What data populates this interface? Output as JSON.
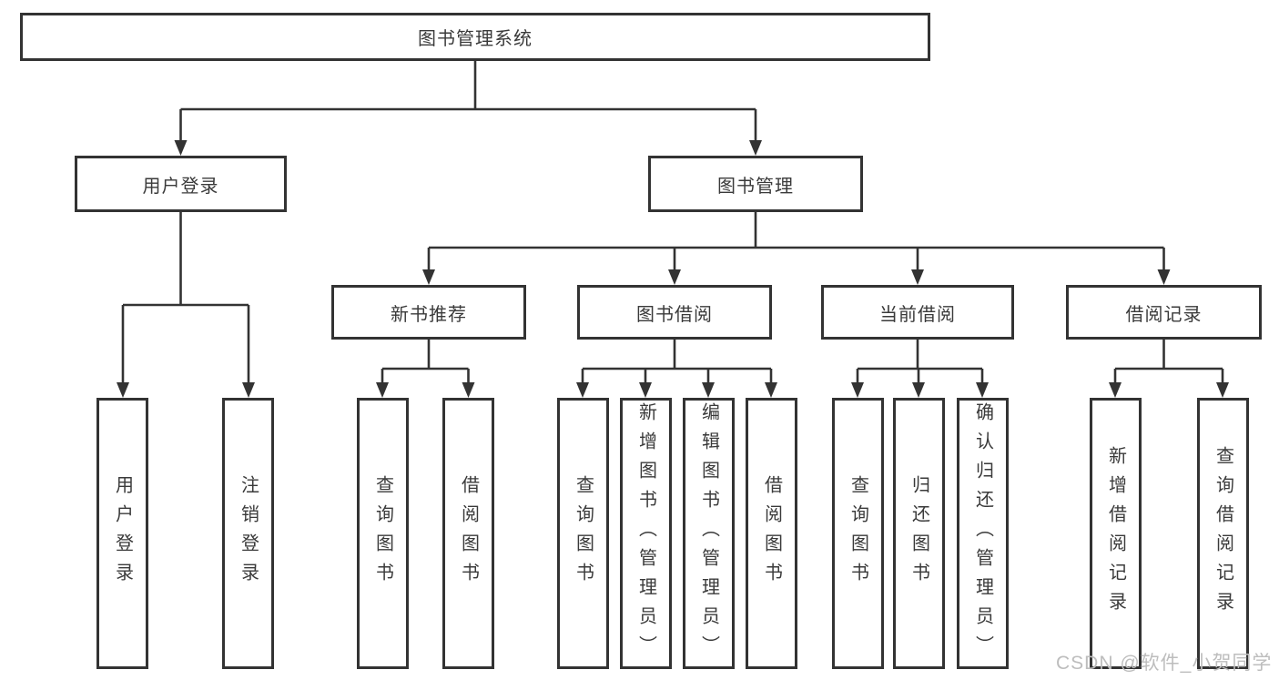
{
  "diagram_title": "图书管理系统",
  "colors": {
    "line": "#333333",
    "box_border": "#333333",
    "box_fill": "#ffffff",
    "text": "#3a3a3a",
    "watermark": "#bdbdbd"
  },
  "tree": {
    "root": {
      "label": "图书管理系统"
    },
    "level2": [
      {
        "label": "用户登录"
      },
      {
        "label": "图书管理"
      }
    ],
    "level3": [
      {
        "label": "新书推荐",
        "parent": "图书管理"
      },
      {
        "label": "图书借阅",
        "parent": "图书管理"
      },
      {
        "label": "当前借阅",
        "parent": "图书管理"
      },
      {
        "label": "借阅记录",
        "parent": "图书管理"
      }
    ],
    "leaves": [
      {
        "label": "用户登录",
        "parent": "用户登录"
      },
      {
        "label": "注销登录",
        "parent": "用户登录"
      },
      {
        "label": "查询图书",
        "parent": "新书推荐"
      },
      {
        "label": "借阅图书",
        "parent": "新书推荐"
      },
      {
        "label": "查询图书",
        "parent": "图书借阅"
      },
      {
        "label": "新增图书（管理员）",
        "parent": "图书借阅"
      },
      {
        "label": "编辑图书（管理员）",
        "parent": "图书借阅"
      },
      {
        "label": "借阅图书",
        "parent": "图书借阅"
      },
      {
        "label": "查询图书",
        "parent": "当前借阅"
      },
      {
        "label": "归还图书",
        "parent": "当前借阅"
      },
      {
        "label": "确认归还（管理员）",
        "parent": "当前借阅"
      },
      {
        "label": "新增借阅记录",
        "parent": "借阅记录"
      },
      {
        "label": "查询借阅记录",
        "parent": "借阅记录"
      }
    ]
  },
  "watermark": "CSDN @软件_小贺同学"
}
